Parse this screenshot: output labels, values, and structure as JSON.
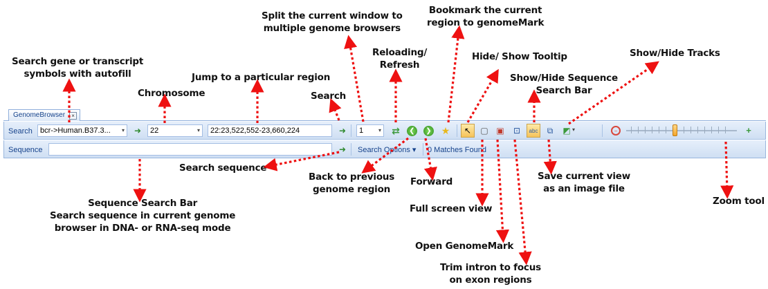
{
  "window": {
    "tab_label": "GenomeBrowser",
    "tab_close": "×"
  },
  "toolbar": {
    "search_label": "Search",
    "gene_combo_value": "bcr->Human.B37.3...",
    "chromosome_value": "22",
    "region_value": "22:23,522,552-23,660,224",
    "browser_count_value": "1",
    "combo_arrow": "▾"
  },
  "sequence_bar": {
    "label": "Sequence",
    "search_options_label": "Search Options ▾",
    "matches_found": "0 Matches Found"
  },
  "icons": {
    "go": "➜",
    "refresh": "⇄",
    "back": "❮",
    "forward": "❯",
    "bookmark": "★",
    "tooltip": "↖",
    "fullscreen": "▢",
    "genomemark": "▣",
    "trim": "⊡",
    "seqsearch": "abc",
    "save": "⧉",
    "tracks": "◩",
    "zoom_out": "−",
    "zoom_in": "+"
  },
  "annotations": {
    "split": "Split the current window to\nmultiple genome browsers",
    "bookmark": "Bookmark the current\nregion to genomeMark",
    "search_gene": "Search gene or transcript\nsymbols with autofill",
    "reload": "Reloading/\nRefresh",
    "tooltip": "Hide/ Show Tooltip",
    "tracks": "Show/Hide Tracks",
    "jump": "Jump to a particular region",
    "seqbar_toggle": "Show/Hide Sequence\nSearch Bar",
    "chromosome": "Chromosome",
    "search": "Search",
    "search_sequence": "Search sequence",
    "back": "Back to previous\ngenome region",
    "forward": "Forward",
    "save_view": "Save current view\nas an image file",
    "zoom": "Zoom tool",
    "seq_search_bar": "Sequence Search Bar\nSearch sequence in current genome\nbrowser in DNA- or RNA-seq mode",
    "fullscreen": "Full screen view",
    "open_genomemark": "Open GenomeMark",
    "trim": "Trim intron to focus\non exon regions"
  }
}
